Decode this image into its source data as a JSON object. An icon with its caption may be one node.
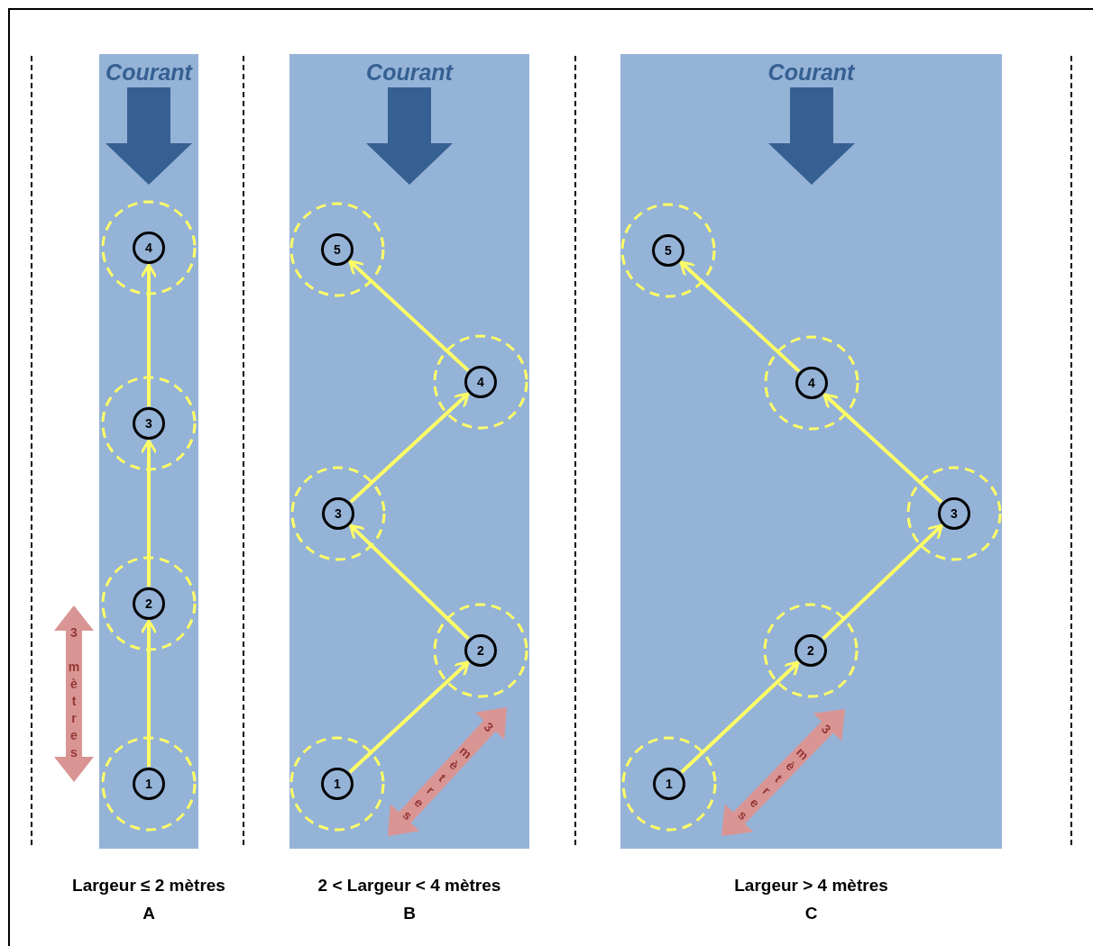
{
  "diagram": {
    "nodes": [
      {
        "text": [
          "Courant"
        ],
        "beside": [
          "Largeur ≤ 2 mètres",
          "A"
        ]
      },
      {
        "text": [
          "1"
        ],
        "in": 0
      },
      {
        "text": [
          "2"
        ],
        "in": 0
      },
      {
        "text": [
          "3"
        ],
        "in": 0
      },
      {
        "text": [
          "4"
        ],
        "in": 0
      },
      {
        "text": [
          "Courant"
        ],
        "beside": [
          "2 < Largeur < 4 mètres",
          "B"
        ]
      },
      {
        "text": [
          "1"
        ],
        "in": 5
      },
      {
        "text": [
          "2"
        ],
        "in": 5
      },
      {
        "text": [
          "3"
        ],
        "in": 5
      },
      {
        "text": [
          "4"
        ],
        "in": 5
      },
      {
        "text": [
          "5"
        ],
        "in": 5
      },
      {
        "text": [
          "Courant"
        ],
        "beside": [
          "Largeur > 4 mètres",
          "C"
        ]
      },
      {
        "text": [
          "1"
        ],
        "in": 11
      },
      {
        "text": [
          "2"
        ],
        "in": 11
      },
      {
        "text": [
          "3"
        ],
        "in": 11
      },
      {
        "text": [
          "4"
        ],
        "in": 11
      },
      {
        "text": [
          "5"
        ],
        "in": 11
      }
    ],
    "edges": [
      {
        "from": 1,
        "to": 2,
        "arrow": "to"
      },
      {
        "from": 2,
        "to": 3,
        "arrow": "to"
      },
      {
        "from": 3,
        "to": 4,
        "arrow": "to"
      },
      {
        "from": 6,
        "to": 7,
        "arrow": "to"
      },
      {
        "from": 7,
        "to": 8,
        "arrow": "to"
      },
      {
        "from": 8,
        "to": 9,
        "arrow": "to"
      },
      {
        "from": 9,
        "to": 10,
        "arrow": "to"
      },
      {
        "from": 12,
        "to": 13,
        "arrow": "to"
      },
      {
        "from": 13,
        "to": 14,
        "arrow": "to"
      },
      {
        "from": 14,
        "to": 15,
        "arrow": "to"
      },
      {
        "from": 15,
        "to": 16,
        "arrow": "to"
      }
    ],
    "labels": [
      "3 mètres",
      "3 mètres",
      "3 mètres"
    ]
  }
}
